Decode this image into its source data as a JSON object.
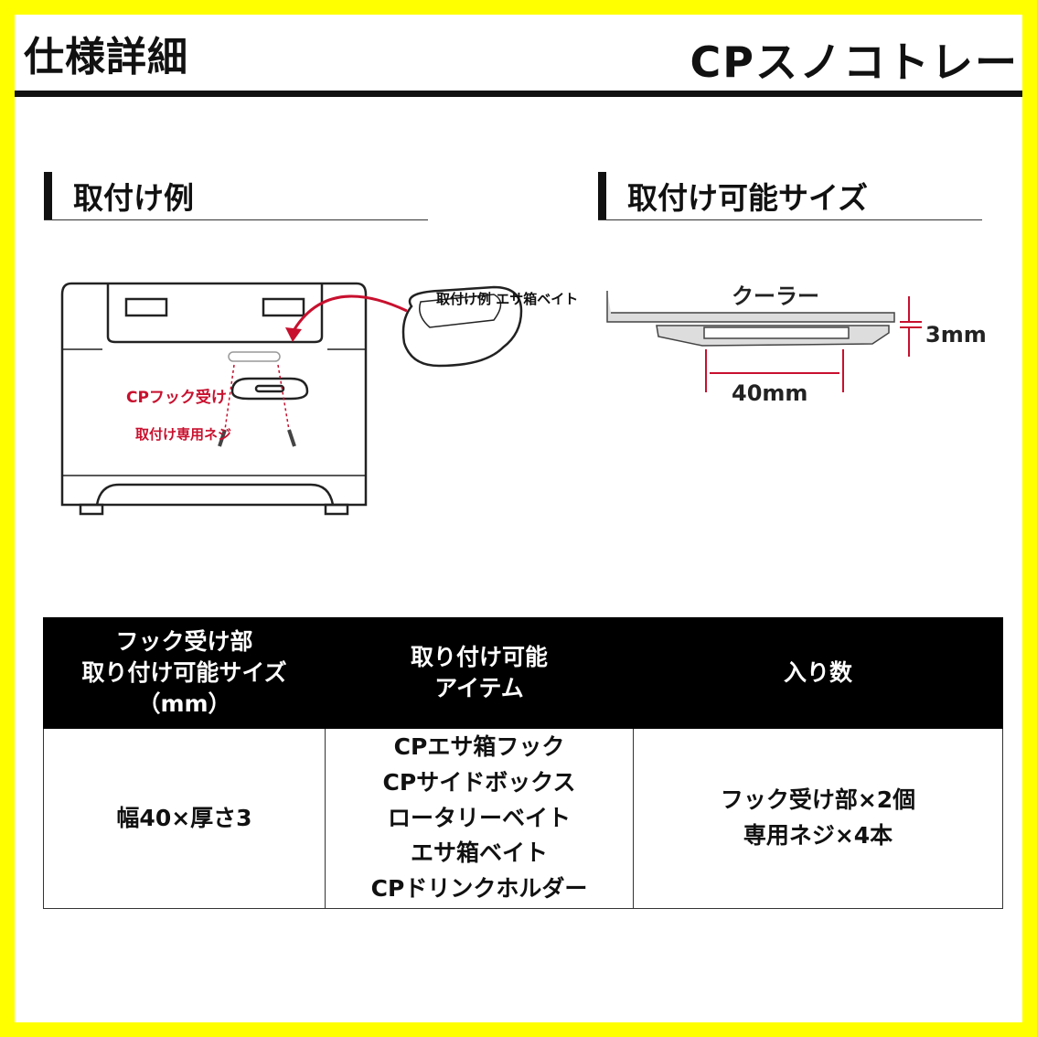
{
  "header": {
    "title": "仕様詳細",
    "product": "CPスノコトレー"
  },
  "sections": {
    "example": "取付け例",
    "size": "取付け可能サイズ"
  },
  "example_diagram": {
    "caption": "取付け例 エサ箱ベイト",
    "hook_label": "CPフック受け",
    "screw_label": "取付け専用ネジ"
  },
  "size_diagram": {
    "cooler_label": "クーラー",
    "width_label": "40mm",
    "thickness_label": "3mm"
  },
  "table": {
    "headers": [
      [
        "フック受け部",
        "取り付け可能サイズ",
        "（mm）"
      ],
      [
        "取り付け可能",
        "アイテム"
      ],
      [
        "入り数"
      ]
    ],
    "row": [
      [
        "幅40×厚さ3"
      ],
      [
        "CPエサ箱フック",
        "CPサイドボックス",
        "ロータリーベイト",
        "エサ箱ベイト",
        "CPドリンクホルダー"
      ],
      [
        "フック受け部×2個",
        "専用ネジ×4本"
      ]
    ]
  },
  "colors": {
    "frame": "#ffff00",
    "accent_red": "#c8102e"
  }
}
